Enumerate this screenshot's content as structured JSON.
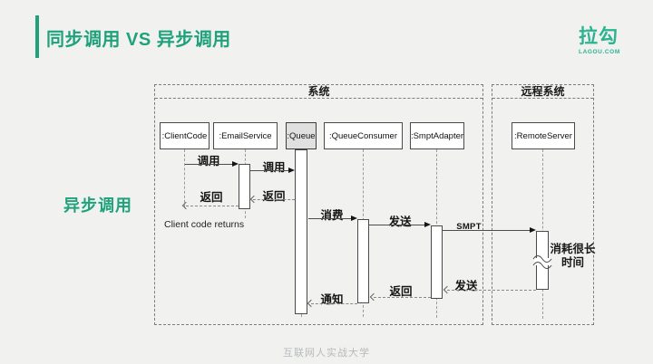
{
  "header": {
    "title": "同步调用 VS 异步调用",
    "logo": {
      "text": "拉勾",
      "subtext": "LAGOU.COM"
    }
  },
  "side_label": "异步调用",
  "footer": "互联网人实战大学",
  "colors": {
    "accent_green": "#1FA27C",
    "logo_green": "#2BB392",
    "background": "#F1F1EF",
    "queue_head_fill": "#E0E0E0",
    "footer_gray": "#B7BABD"
  },
  "diagram": {
    "frames": [
      {
        "label": "系统"
      },
      {
        "label": "远程系统"
      }
    ],
    "lifelines": [
      {
        "label": ":ClientCode"
      },
      {
        "label": ":EmailService"
      },
      {
        "label": ":Queue"
      },
      {
        "label": ":QueueConsumer"
      },
      {
        "label": ":SmptAdapter"
      },
      {
        "label": ":RemoteServer"
      }
    ],
    "messages": [
      {
        "label": "调用",
        "from": ":ClientCode",
        "to": ":EmailService",
        "type": "sync"
      },
      {
        "label": "调用",
        "from": ":EmailService",
        "to": ":Queue",
        "type": "sync"
      },
      {
        "label": "返回",
        "from": ":Queue",
        "to": ":EmailService",
        "type": "return"
      },
      {
        "label": "返回",
        "from": ":EmailService",
        "to": ":ClientCode",
        "type": "return"
      },
      {
        "label": "消费",
        "from": ":Queue",
        "to": ":QueueConsumer",
        "type": "sync"
      },
      {
        "label": "发送",
        "from": ":QueueConsumer",
        "to": ":SmptAdapter",
        "type": "sync"
      },
      {
        "label": "SMPT",
        "from": ":SmptAdapter",
        "to": ":RemoteServer",
        "type": "sync"
      },
      {
        "label": "发送",
        "from": ":RemoteServer",
        "to": ":SmptAdapter",
        "type": "return"
      },
      {
        "label": "返回",
        "from": ":SmptAdapter",
        "to": ":QueueConsumer",
        "type": "return"
      },
      {
        "label": "通知",
        "from": ":QueueConsumer",
        "to": ":Queue",
        "type": "return"
      }
    ],
    "note": "Client code returns",
    "duration_note": "消耗很长时间"
  }
}
